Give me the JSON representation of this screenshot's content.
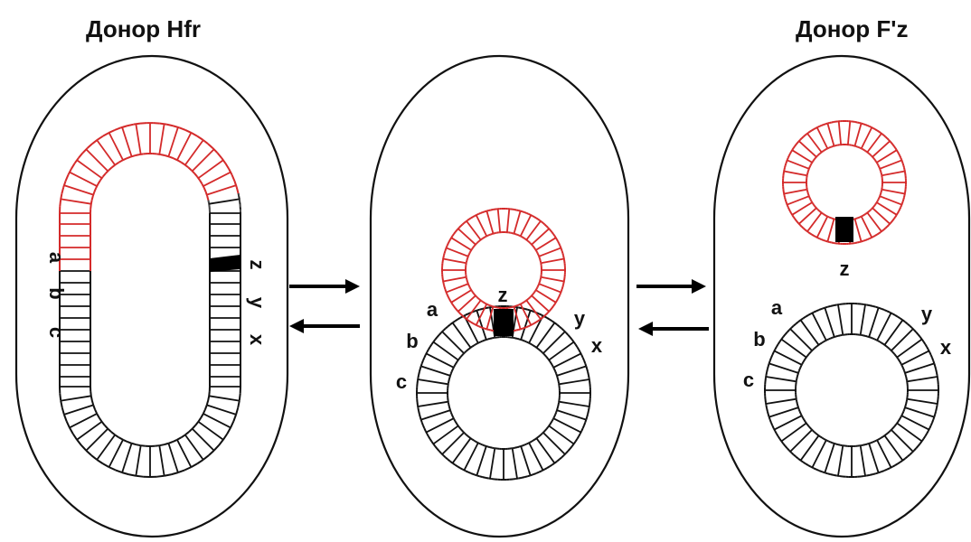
{
  "titles": {
    "left": "Донор Hfr",
    "right": "Донор F'z"
  },
  "labels": {
    "hfr": {
      "a": "a",
      "b": "b",
      "c": "c",
      "z": "z",
      "y": "y",
      "x": "x"
    },
    "mid": {
      "z": "z",
      "a": "a",
      "b": "b",
      "c": "c",
      "y": "y",
      "x": "x"
    },
    "fprime": {
      "z": "z",
      "a": "a",
      "b": "b",
      "c": "c",
      "y": "y",
      "x": "x"
    }
  },
  "colors": {
    "plasmid": "#d42a2a",
    "chromosome": "#111111",
    "marker": "#000000",
    "arrow": "#000000"
  },
  "icons": {
    "forward_arrow": "arrow-right-icon",
    "reverse_arrow": "arrow-left-icon"
  }
}
